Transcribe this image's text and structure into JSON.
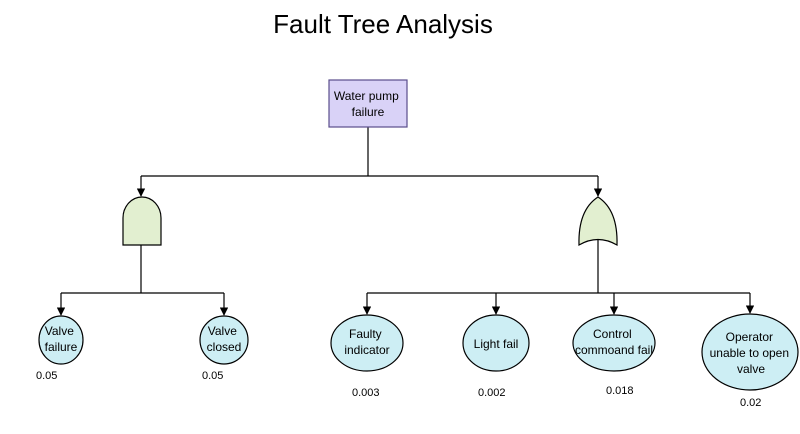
{
  "title": "Fault Tree Analysis",
  "colors": {
    "top_event_fill": "#d9d2f7",
    "top_event_stroke": "#5a4e8c",
    "gate_fill": "#e2efd0",
    "basic_event_fill": "#cdeef4",
    "stroke": "#000000"
  },
  "top_event": {
    "lines": [
      "Water pump",
      "failure"
    ]
  },
  "gates": [
    {
      "type": "AND"
    },
    {
      "type": "OR"
    }
  ],
  "basic_events": [
    {
      "lines": [
        "Valve",
        "failure"
      ],
      "probability": "0.05"
    },
    {
      "lines": [
        "Valve",
        "closed"
      ],
      "probability": "0.05"
    },
    {
      "lines": [
        "Faulty",
        "indicator"
      ],
      "probability": "0.003"
    },
    {
      "lines": [
        "Light fail"
      ],
      "probability": "0.002"
    },
    {
      "lines": [
        "Control",
        "commoand fail"
      ],
      "probability": "0.018"
    },
    {
      "lines": [
        "Operator",
        "unable to open",
        "valve"
      ],
      "probability": "0.02"
    }
  ]
}
